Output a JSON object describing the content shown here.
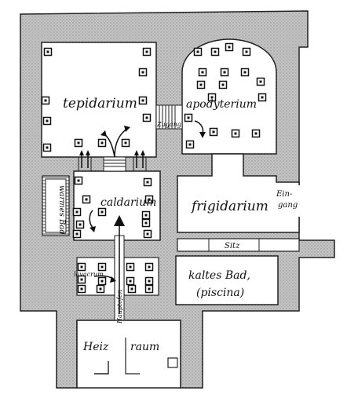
{
  "colors": {
    "wall": "#b9b9b9",
    "wall_edge": "#222222",
    "room": "#ffffff",
    "ink": "#111111"
  },
  "icons": {
    "pillar": "square-pillar-icon",
    "heat_flow": "curved-arrow-icon",
    "flue": "vertical-arrow-icon"
  },
  "labels": {
    "tepidarium": "tepidarium",
    "apodyterium": "apodyterium",
    "caldarium": "caldarium",
    "warmes_bad": "warmes Bad",
    "frigidarium": "frigidarium",
    "eingang_1": "Ein-",
    "eingang_2": "gang",
    "sitz": "Sitz",
    "kaltes_bad": "kaltes Bad,",
    "piscina": "(piscina)",
    "heiz": "Heiz",
    "raum": "raum",
    "hauptofen": "Hauptofen",
    "lavacrum": "lavacrum",
    "zugang": "Zugang"
  }
}
